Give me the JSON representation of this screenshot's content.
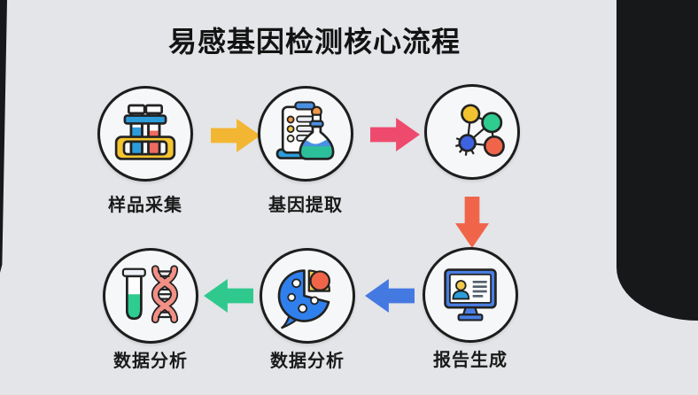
{
  "title": "易感基因检测核心流程",
  "steps": [
    {
      "id": "sample-collection",
      "label": "样品采集",
      "icon": "test-tube-rack-icon"
    },
    {
      "id": "gene-extraction",
      "label": "基因提取",
      "icon": "clipboard-flask-icon"
    },
    {
      "id": "molecule-network",
      "label": "",
      "icon": "molecule-network-icon"
    },
    {
      "id": "report-generation",
      "label": "报告生成",
      "icon": "monitor-report-icon"
    },
    {
      "id": "data-analysis-chart",
      "label": "数据分析",
      "icon": "pie-chart-bubble-icon"
    },
    {
      "id": "data-analysis-dna",
      "label": "数据分析",
      "icon": "dna-test-tube-icon"
    }
  ],
  "arrows": [
    {
      "name": "arrow-sample-to-extraction",
      "direction": "right",
      "color": "#f2b632"
    },
    {
      "name": "arrow-extraction-to-network",
      "direction": "right",
      "color": "#ee4a6e"
    },
    {
      "name": "arrow-network-to-report",
      "direction": "down",
      "color": "#f0654a"
    },
    {
      "name": "arrow-report-to-analysis",
      "direction": "left",
      "color": "#4579e2"
    },
    {
      "name": "arrow-analysis-to-analysis",
      "direction": "left",
      "color": "#2fc98e"
    }
  ],
  "colors": {
    "card_background": "#e3e5e8",
    "backdrop_black": "#17181a",
    "circle_fill": "#f6f7f8",
    "outline": "#1d1d1d",
    "icon_blue": "#2d9cdb",
    "icon_red": "#ee6a5f",
    "icon_yellow": "#f2c230",
    "icon_green": "#2ecc8f",
    "icon_orange": "#f0654a",
    "icon_royal_blue": "#4a7ee2"
  }
}
